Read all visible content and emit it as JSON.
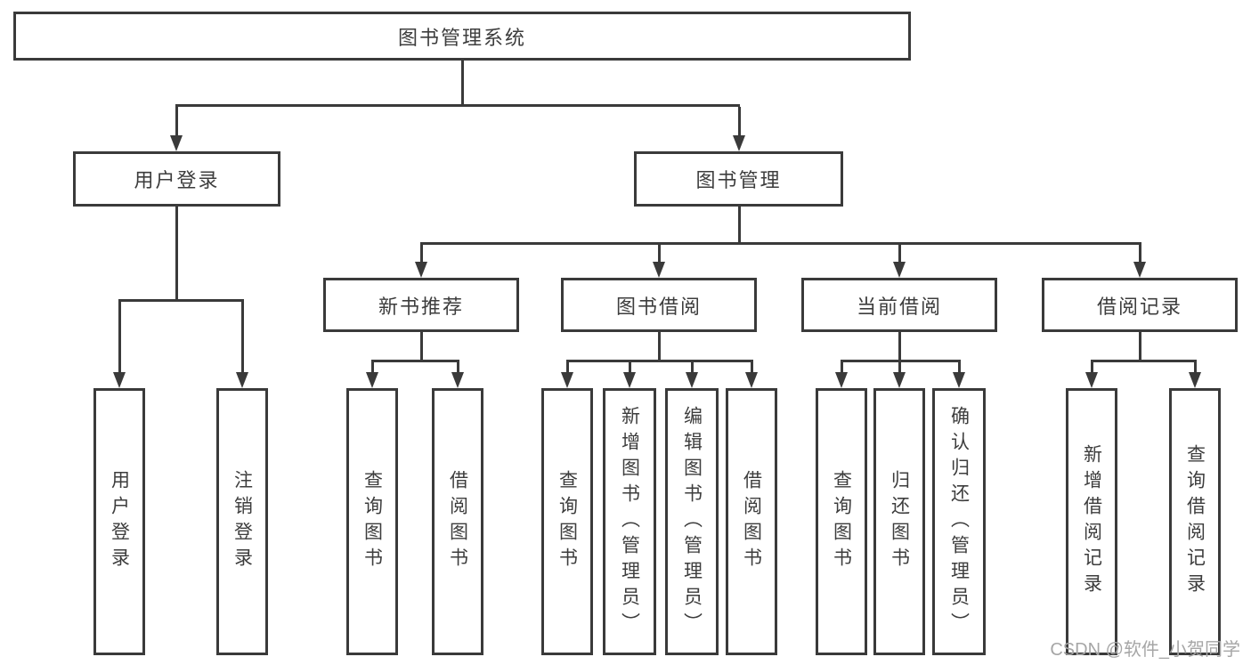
{
  "diagram": {
    "type": "tree",
    "nodes": {
      "root": "图书管理系统",
      "user_login": "用户登录",
      "book_mgmt": "图书管理",
      "new_book_rec": "新书推荐",
      "book_borrow": "图书借阅",
      "current_borrow": "当前借阅",
      "borrow_record": "借阅记录",
      "leaf_user_login": "用户登录",
      "leaf_logout": "注销登录",
      "leaf_query_book_rec": "查询图书",
      "leaf_borrow_book_rec": "借阅图书",
      "leaf_query_book_borrow": "查询图书",
      "leaf_add_book": "新增图书（管理员）",
      "leaf_edit_book": "编辑图书（管理员）",
      "leaf_borrow_book_borrow": "借阅图书",
      "leaf_query_book_current": "查询图书",
      "leaf_return_book": "归还图书",
      "leaf_confirm_return": "确认归还（管理员）",
      "leaf_add_borrow_record": "新增借阅记录",
      "leaf_query_borrow_record": "查询借阅记录"
    },
    "hierarchy": {
      "root": [
        "user_login",
        "book_mgmt"
      ],
      "user_login": [
        "leaf_user_login",
        "leaf_logout"
      ],
      "book_mgmt": [
        "new_book_rec",
        "book_borrow",
        "current_borrow",
        "borrow_record"
      ],
      "new_book_rec": [
        "leaf_query_book_rec",
        "leaf_borrow_book_rec"
      ],
      "book_borrow": [
        "leaf_query_book_borrow",
        "leaf_add_book",
        "leaf_edit_book",
        "leaf_borrow_book_borrow"
      ],
      "current_borrow": [
        "leaf_query_book_current",
        "leaf_return_book",
        "leaf_confirm_return"
      ],
      "borrow_record": [
        "leaf_add_borrow_record",
        "leaf_query_borrow_record"
      ]
    }
  },
  "watermark": "CSDN @软件_小贺同学",
  "colors": {
    "line": "#3a3a3a",
    "text": "#3d3d3d",
    "background": "#ffffff",
    "watermark": "#a6a6a6"
  }
}
